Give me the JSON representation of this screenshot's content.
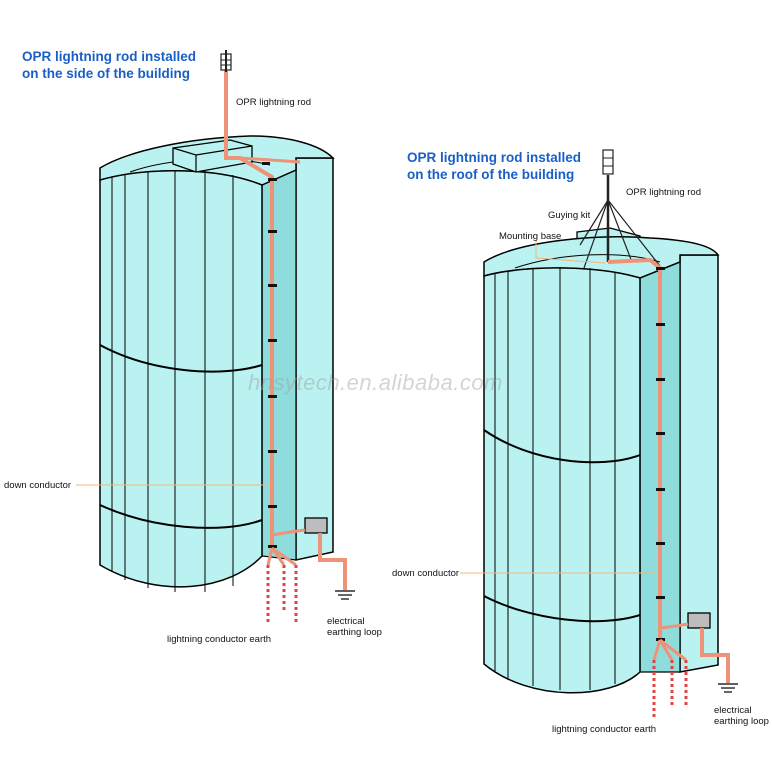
{
  "left_panel": {
    "title_line1": "OPR lightning rod installed",
    "title_line2": "on the side of the building",
    "rod_label": "OPR lightning rod",
    "down_conductor_label": "down conductor",
    "earth_label": "lightning conductor earth",
    "earthing_loop_line1": "electrical",
    "earthing_loop_line2": "earthing loop"
  },
  "right_panel": {
    "title_line1": "OPR lightning rod installed",
    "title_line2": "on the roof of the building",
    "rod_label": "OPR lightning rod",
    "guying_label": "Guying kit",
    "mounting_label": "Mounting base",
    "down_conductor_label": "down conductor",
    "earth_label": "lightning conductor earth",
    "earthing_loop_line1": "electrical",
    "earthing_loop_line2": "earthing loop"
  },
  "watermark": "hnsytech.en.alibaba.com",
  "colors": {
    "title": "#1a5fc7",
    "glass": "#b9f2f0",
    "glass_dark": "#8fdcdc",
    "conductor": "#ee9278",
    "leader": "#f3b67a",
    "outline": "#000000"
  }
}
